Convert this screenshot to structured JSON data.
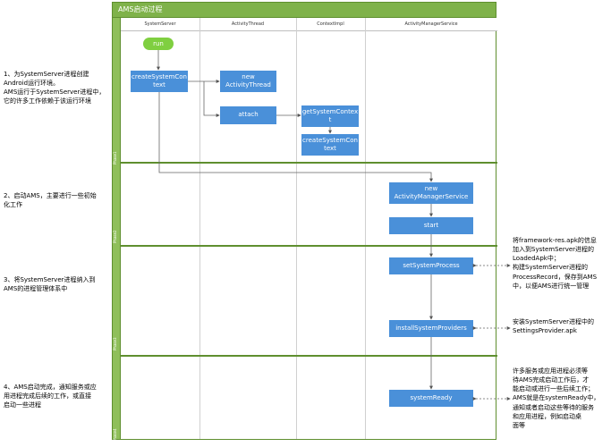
{
  "title": "AMS启动过程",
  "columns": [
    "SystemServer",
    "ActivityThread",
    "ContextImpl",
    "ActivityManagerService"
  ],
  "phases": [
    "Phase1",
    "Phase2",
    "Phase3",
    "Phase4"
  ],
  "nodes": {
    "run": "run",
    "create_system_context": "createSystemCon\ntext",
    "new_activity_thread": "new\nActivityThread",
    "attach": "attach",
    "get_system_context": "getSystemContex\nt",
    "create_system_context_impl": "createSystemCon\ntext",
    "new_ams": "new\nActivityManagerService",
    "start": "start",
    "set_system_process": "setSystemProcess",
    "install_system_providers": "installSystemProviders",
    "system_ready": "systemReady"
  },
  "left_notes": {
    "step1": "1、为SystemServer进程创建\nAndroid运行环境。\nAMS运行于SystemServer进程中，\n它的许多工作依赖于该运行环境",
    "step2": "2、启动AMS，主要进行一些初始\n化工作",
    "step3": "3、将SystemServer进程纳入到\nAMS的进程管理体系中",
    "step4": "4、AMS启动完成，通知服务或应\n用进程完成后续的工作，或直接\n启动一些进程"
  },
  "right_notes": {
    "set_system_process": "将framework-res.apk的信息\n加入到SystemServer进程的\nLoadedApk中；\n构建SystemServer进程的\nProcessRecord，保存到AMS\n中，以便AMS进行统一管理",
    "install_system_providers": "安装SystemServer进程中的\nSettingsProvider.apk",
    "system_ready": "许多服务或应用进程必须等\n待AMS完成启动工作后，才\n能启动或进行一些后续工作；\nAMS就是在systemReady中，\n通知或者启动这些等待的服务\n和应用进程，例如启动桌\n面等"
  },
  "colors": {
    "frame_green": "#5f8f2f",
    "title_green": "#7fb24a",
    "node_blue": "#4a90d9",
    "run_green": "#7fcf40"
  }
}
